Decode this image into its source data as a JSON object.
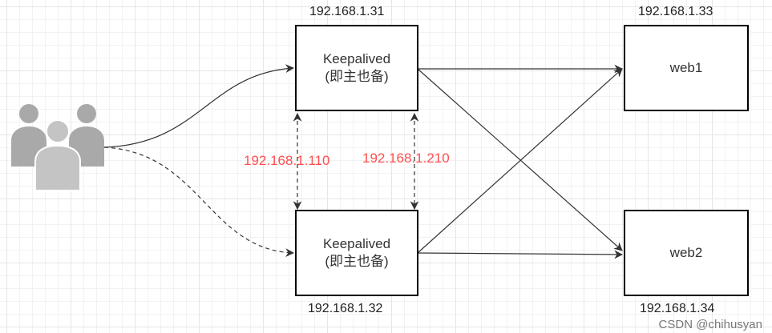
{
  "users": {
    "icon": "users-group-icon"
  },
  "nodes": {
    "ka1": {
      "ip": "192.168.1.31",
      "name": "Keepalived",
      "role": "(即主也备)"
    },
    "ka2": {
      "ip": "192.168.1.32",
      "name": "Keepalived",
      "role": "(即主也备)"
    },
    "web1": {
      "ip": "192.168.1.33",
      "name": "web1"
    },
    "web2": {
      "ip": "192.168.1.34",
      "name": "web2"
    }
  },
  "vips": {
    "left": "192.168.1.110",
    "right": "192.168.1.210"
  },
  "watermark": "CSDN @chihusyan",
  "colors": {
    "vip": "#ff4d4d",
    "line": "#333333",
    "box_border": "#000000"
  }
}
